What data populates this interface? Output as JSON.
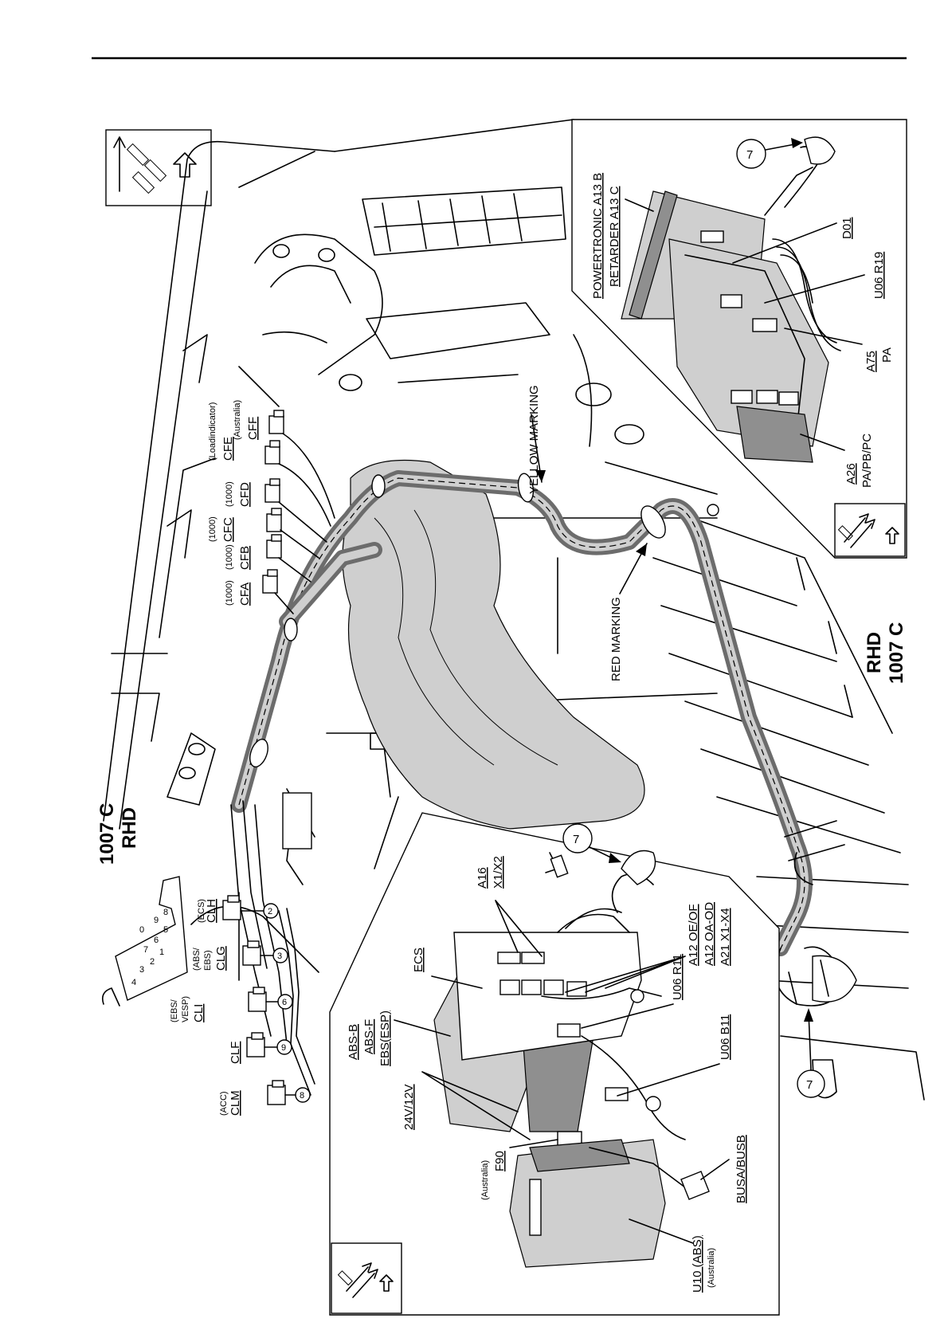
{
  "title": {
    "code": "1007 C",
    "variant": "RHD"
  },
  "labels": {
    "cfa": {
      "note": "(1000)",
      "code": "CFA"
    },
    "cfb": {
      "note": "(1000)",
      "code": "CFB"
    },
    "cfc": {
      "note": "(1000)",
      "code": "CFC"
    },
    "cfd": {
      "note": "(1000)",
      "code": "CFD"
    },
    "cfe": {
      "note": "(Loadindicator)",
      "code": "CFE"
    },
    "cff": {
      "note": "(Australia)",
      "code": "CFF"
    },
    "clm": {
      "note": "(ACC)",
      "code": "CLM"
    },
    "clf": {
      "code": "CLF"
    },
    "cli": {
      "note1": "(EBS/",
      "note2": "VESP)",
      "code": "CLI"
    },
    "clg": {
      "note1": "(ABS/",
      "note2": "EBS)",
      "code": "CLG"
    },
    "clh": {
      "note": "(ECS)",
      "code": "CLH"
    },
    "yellow_marking": "YELLOW MARKING",
    "red_marking": "RED  MARKING",
    "powertronic": "POWERTRONIC  A13 B",
    "retarder": "RETARDER  A13 C",
    "d01": "D01",
    "u06_r19": "U06 R19",
    "a75": "A75",
    "a75_variant": "PA",
    "a26": "A26",
    "a26_variant": "PA/PB/PC",
    "a16": "A16",
    "a16_conn": "X1/X2",
    "ecs": "ECS",
    "abs_b": "ABS-B",
    "abs_f": "ABS-F",
    "ebs_esp": "EBS(ESP)",
    "v24_12": "24V/12V",
    "f90_note": "(Australia)",
    "f90": "F90",
    "u10": "U10 (ABS)",
    "u10_note": "(Australia)",
    "busa": "BUSA/BUSB",
    "u06_b11": "U06 B11",
    "u06_r11": "U06 R11",
    "a12_oe": "A12 OE/OF",
    "a12_oa": "A12 OA-OD",
    "a21": "A21 X1-X4",
    "ref7": "7"
  },
  "pins": [
    "8",
    "9",
    "6",
    "3",
    "2"
  ],
  "fuse_numbers": [
    "0",
    "9",
    "8",
    "7",
    "6",
    "5",
    "4",
    "3",
    "2",
    "1"
  ]
}
